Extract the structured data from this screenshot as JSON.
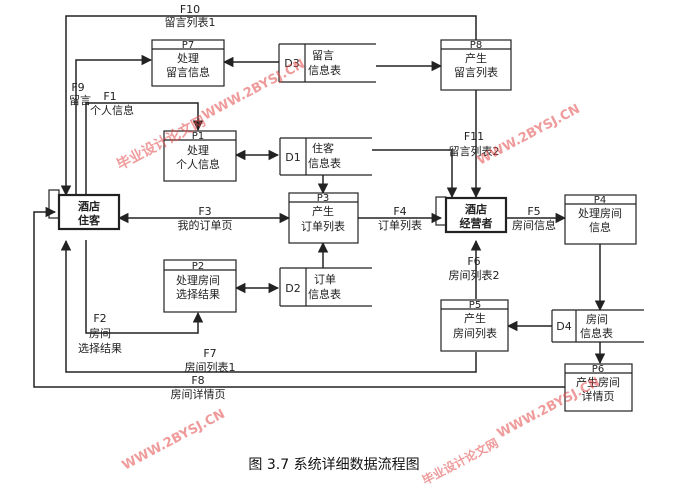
{
  "externals": [
    {
      "id": "customer",
      "line1": "酒店",
      "line2": "住客"
    },
    {
      "id": "operator",
      "line1": "酒店",
      "line2": "经营者"
    }
  ],
  "processes": [
    {
      "id": "P7",
      "num": "P7",
      "line1": "处理",
      "line2": "留言信息"
    },
    {
      "id": "P8",
      "num": "P8",
      "line1": "产生",
      "line2": "留言列表"
    },
    {
      "id": "P1",
      "num": "P1",
      "line1": "处理",
      "line2": "个人信息"
    },
    {
      "id": "P3",
      "num": "P3",
      "line1": "产生",
      "line2": "订单列表"
    },
    {
      "id": "P4",
      "num": "P4",
      "line1": "处理房间",
      "line2": "信息"
    },
    {
      "id": "P2",
      "num": "P2",
      "line1": "处理房间",
      "line2": "选择结果"
    },
    {
      "id": "P5",
      "num": "P5",
      "line1": "产生",
      "line2": "房间列表"
    },
    {
      "id": "P6",
      "num": "P6",
      "line1": "产生房间",
      "line2": "详情页"
    }
  ],
  "stores": [
    {
      "id": "D3",
      "num": "D3",
      "line1": "留言",
      "line2": "信息表"
    },
    {
      "id": "D1",
      "num": "D1",
      "line1": "住客",
      "line2": "信息表"
    },
    {
      "id": "D2",
      "num": "D2",
      "line1": "订单",
      "line2": "信息表"
    },
    {
      "id": "D4",
      "num": "D4",
      "line1": "房间",
      "line2": "信息表"
    }
  ],
  "flows": [
    {
      "id": "F10",
      "code": "F10",
      "label": "留言列表1"
    },
    {
      "id": "F9",
      "code": "F9",
      "label": "留言"
    },
    {
      "id": "F1",
      "code": "F1",
      "label": "个人信息"
    },
    {
      "id": "F11",
      "code": "F11",
      "label": "留言列表2"
    },
    {
      "id": "F3",
      "code": "F3",
      "label": "我的订单页"
    },
    {
      "id": "F4",
      "code": "F4",
      "label": "订单列表"
    },
    {
      "id": "F5",
      "code": "F5",
      "label": "房间信息"
    },
    {
      "id": "F6",
      "code": "F6",
      "label": "房间列表2"
    },
    {
      "id": "F2",
      "code": "F2",
      "label1": "房间",
      "label2": "选择结果"
    },
    {
      "id": "F7",
      "code": "F7",
      "label": "房间列表1"
    },
    {
      "id": "F8",
      "code": "F8",
      "label": "房间详情页"
    }
  ],
  "caption": "图  3.7 系统详细数据流程图",
  "watermarks": [
    "毕业设计论文网",
    "WWW.2BYSJ.CN"
  ]
}
